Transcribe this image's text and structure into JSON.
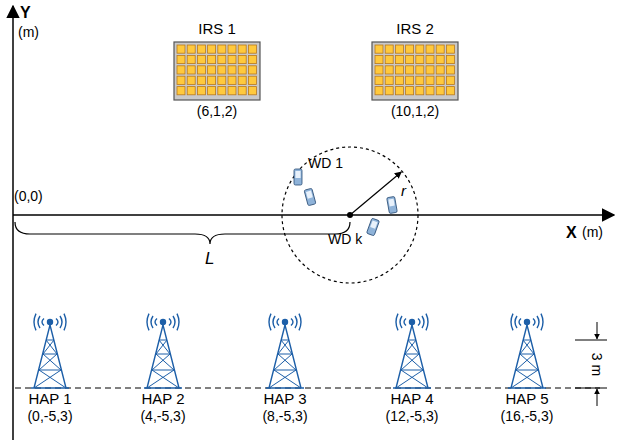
{
  "diagram": {
    "nodes": [
      {
        "text": [
          "IRS 1",
          "(6,1,2)"
        ]
      },
      {
        "text": [
          "IRS 2",
          "(10,1,2)"
        ]
      },
      {
        "text": [
          "WD 1",
          "r",
          "WD k"
        ]
      },
      {
        "text": [
          "HAP 1",
          "(0,-5,3)"
        ]
      },
      {
        "text": [
          "HAP 2",
          "(4,-5,3)"
        ]
      },
      {
        "text": [
          "HAP 3",
          "(8,-5,3)"
        ]
      },
      {
        "text": [
          "HAP 4",
          "(12,-5,3)"
        ]
      },
      {
        "text": [
          "HAP 5",
          "(16,-5,3)"
        ]
      }
    ],
    "labels": [
      "Y",
      "(m)",
      "(0,0)",
      "L",
      "X",
      "(m)",
      "3 m"
    ]
  }
}
